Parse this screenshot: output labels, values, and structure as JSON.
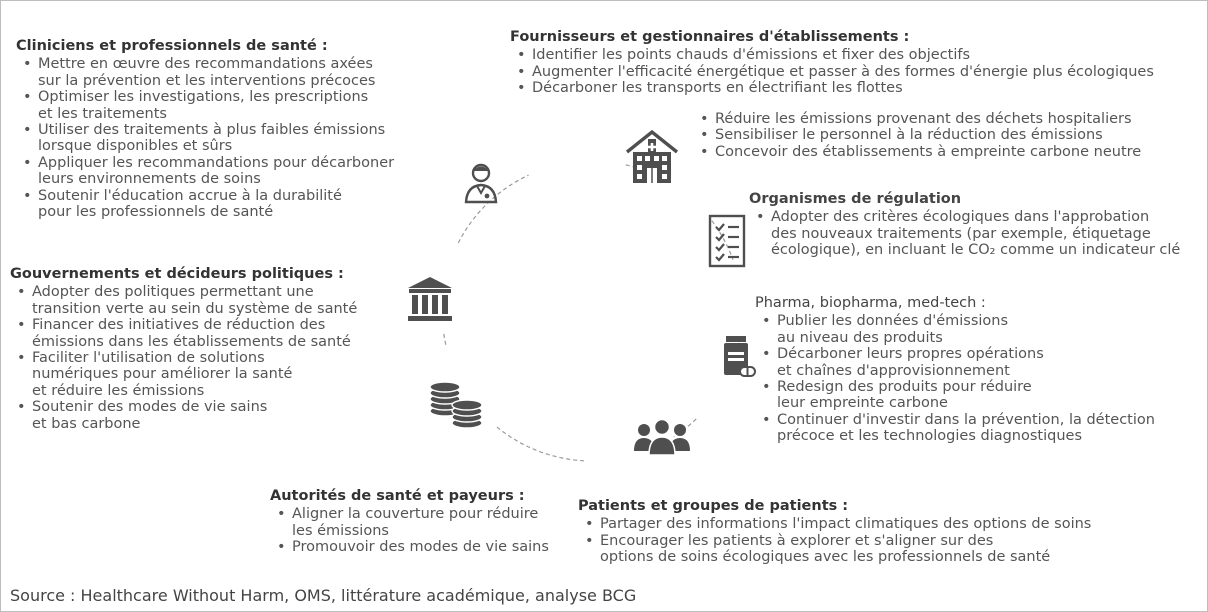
{
  "blocks": [
    {
      "title": "Cliniciens et professionnels de santé :",
      "items": [
        [
          "Mettre en œuvre des recommandations axées",
          "sur la prévention et les interventions précoces"
        ],
        [
          "Optimiser les investigations, les prescriptions",
          "et les traitements"
        ],
        [
          "Utiliser des traitements à plus faibles émissions",
          "lorsque disponibles et sûrs"
        ],
        [
          "Appliquer les recommandations pour décarboner",
          "leurs environnements de soins"
        ],
        [
          "Soutenir l'éducation accrue à la durabilité",
          "pour les professionnels de santé"
        ]
      ]
    },
    {
      "title": "Gouvernements et décideurs politiques :",
      "items": [
        [
          "Adopter des politiques permettant une",
          "transition verte au sein du système de santé"
        ],
        [
          "Financer des initiatives de réduction des",
          "émissions dans les établissements de santé"
        ],
        [
          "Faciliter l'utilisation de solutions",
          "numériques pour améliorer la santé",
          "et réduire les émissions"
        ],
        [
          "Soutenir des modes de vie sains",
          "et bas carbone"
        ]
      ]
    },
    {
      "title": "Autorités de santé et payeurs :",
      "items": [
        [
          "Aligner la couverture pour réduire",
          "les émissions"
        ],
        [
          "Promouvoir des modes de vie sains"
        ]
      ]
    },
    {
      "title": "Fournisseurs et gestionnaires d'établissements :",
      "items": [
        [
          "Identifier les points chauds d'émissions et fixer des objectifs"
        ],
        [
          "Augmenter l'efficacité énergétique et passer à des formes d'énergie plus écologiques"
        ],
        [
          "Décarboner les transports en électrifiant les flottes"
        ]
      ]
    },
    {
      "title": "",
      "items": [
        [
          "Réduire les émissions provenant des déchets hospitaliers"
        ],
        [
          "Sensibiliser le personnel à la réduction des émissions"
        ],
        [
          "Concevoir des établissements à empreinte carbone neutre"
        ]
      ]
    },
    {
      "title": "Organismes de régulation",
      "items": [
        [
          "Adopter des critères écologiques dans l'approbation",
          "des nouveaux traitements (par exemple, étiquetage",
          "écologique), en incluant le CO₂ comme un indicateur clé"
        ]
      ]
    },
    {
      "title": "Pharma, biopharma, med-tech :",
      "items": [
        [
          "Publier les données d'émissions",
          "au niveau des produits"
        ],
        [
          "Décarboner leurs propres opérations",
          "et chaînes d'approvisionnement"
        ],
        [
          "Redesign des produits pour réduire",
          "leur empreinte carbone"
        ],
        [
          "Continuer d'investir dans la prévention, la détection",
          "précoce et les technologies diagnostiques"
        ]
      ]
    },
    {
      "title": "Patients et groupes de patients :",
      "items": [
        [
          "Partager des informations l'impact climatiques des options de soins"
        ],
        [
          "Encourager les patients à explorer et s'aligner sur des",
          "options de soins écologiques avec les professionnels de santé"
        ]
      ]
    }
  ],
  "icons": [
    "clinician-icon",
    "hospital-icon",
    "checklist-icon",
    "medicine-icon",
    "patients-group-icon",
    "coins-icon",
    "government-building-icon"
  ],
  "source": "Source : Healthcare Without Harm, OMS, littérature académique, analyse BCG",
  "colors": {
    "text": "#555555",
    "icon": "#4f4f4f",
    "ring": "#9a9a9a"
  }
}
